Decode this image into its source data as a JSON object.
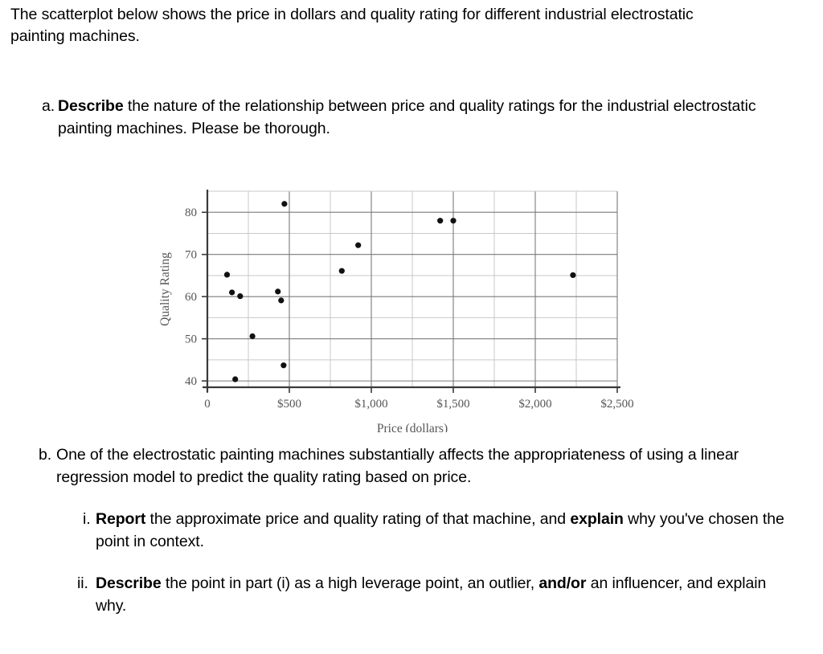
{
  "intro": {
    "text": "The scatterplot below shows the price in dollars and quality rating for different industrial electrostatic painting machines."
  },
  "question_a": {
    "marker": "a.",
    "bold_lead": "Describe",
    "text": " the nature of the relationship between price and quality ratings for the industrial electrostatic painting machines. Please be thorough."
  },
  "question_b": {
    "marker": "b.",
    "text": "One of the electrostatic painting machines substantially affects the appropriateness of using a linear regression model to predict the quality rating based on price."
  },
  "question_b_i": {
    "marker": "i.",
    "bold_lead": "Report",
    "text_mid": " the approximate price and quality rating of that machine, and ",
    "bold_mid": "explain",
    "text_end": " why you've chosen the point in context."
  },
  "question_b_ii": {
    "marker": "ii.",
    "bold_lead": "Describe",
    "text_mid": " the point in part (i) as a high leverage point, an outlier, ",
    "bold_mid": "and/or",
    "text_end": " an influencer, and explain why."
  },
  "chart_data": {
    "type": "scatter",
    "title": "",
    "xlabel": "Price (dollars)",
    "ylabel": "Quality Rating",
    "xlim": [
      0,
      2500
    ],
    "ylim": [
      38.5,
      85
    ],
    "x_major_ticks": [
      0,
      500,
      1000,
      1500,
      2000,
      2500
    ],
    "x_major_tick_labels": [
      "0",
      "$500",
      "$1,000",
      "$1,500",
      "$2,000",
      "$2,500"
    ],
    "x_minor_ticks": [
      250,
      750,
      1250,
      1750,
      2250
    ],
    "y_major_ticks": [
      40,
      50,
      60,
      70,
      80
    ],
    "y_major_tick_labels": [
      "40",
      "50",
      "60",
      "70",
      "80"
    ],
    "y_minor_ticks": [
      45,
      55,
      65,
      75
    ],
    "grid": true,
    "grid_color": "#7a7a7a",
    "minor_grid_color": "#c9c9c9",
    "point_color": "#111111",
    "points": [
      {
        "x": 120,
        "y": 65.2
      },
      {
        "x": 150,
        "y": 61.0
      },
      {
        "x": 200,
        "y": 60.1
      },
      {
        "x": 170,
        "y": 40.4
      },
      {
        "x": 275,
        "y": 50.6
      },
      {
        "x": 430,
        "y": 61.2
      },
      {
        "x": 450,
        "y": 59.1
      },
      {
        "x": 465,
        "y": 43.7
      },
      {
        "x": 470,
        "y": 82.0
      },
      {
        "x": 820,
        "y": 66.1
      },
      {
        "x": 920,
        "y": 72.2
      },
      {
        "x": 1420,
        "y": 78.0
      },
      {
        "x": 1500,
        "y": 78.0
      },
      {
        "x": 2230,
        "y": 65.1
      }
    ]
  }
}
